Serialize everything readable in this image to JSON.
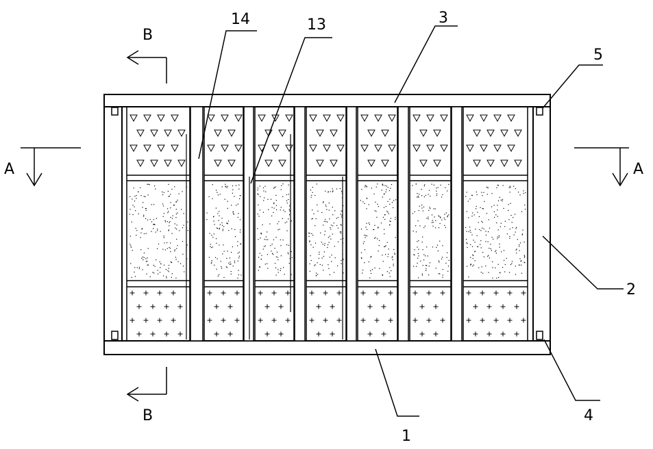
{
  "labels": {
    "label_1": "1",
    "label_2": "2",
    "label_3": "3",
    "label_4": "4",
    "label_5": "5",
    "label_13": "13",
    "label_14": "14",
    "section_a": "A",
    "section_b": "B"
  },
  "layers": [
    "triangle-fill",
    "stipple-fill",
    "cross-fill"
  ],
  "cell_count": 7,
  "colors": {
    "line": "#000000",
    "background": "#ffffff"
  }
}
